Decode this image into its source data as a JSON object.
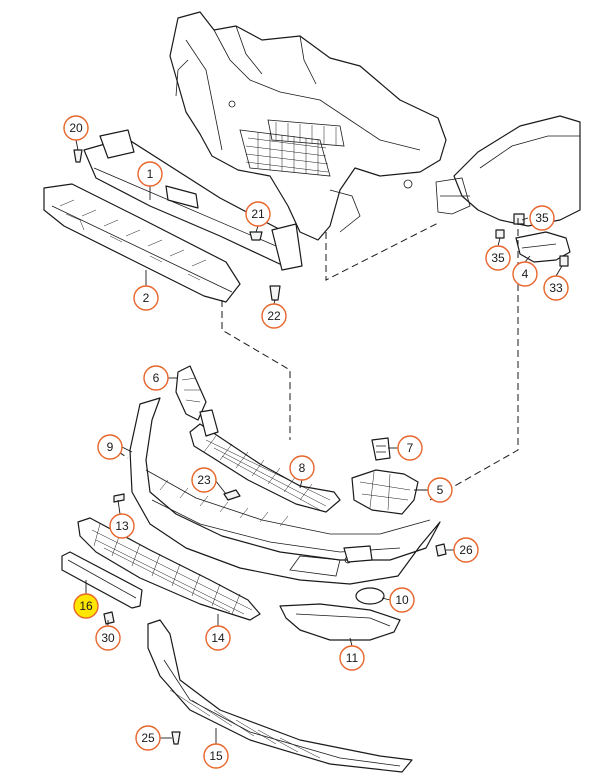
{
  "diagram": {
    "accent_color": "#e8662c",
    "highlight_color": "#ffe600",
    "callouts": [
      {
        "id": "p20",
        "label": "20"
      },
      {
        "id": "p1",
        "label": "1"
      },
      {
        "id": "p2",
        "label": "2"
      },
      {
        "id": "p21",
        "label": "21"
      },
      {
        "id": "p22",
        "label": "22"
      },
      {
        "id": "p35a",
        "label": "35"
      },
      {
        "id": "p35b",
        "label": "35"
      },
      {
        "id": "p4",
        "label": "4"
      },
      {
        "id": "p33",
        "label": "33"
      },
      {
        "id": "p6",
        "label": "6"
      },
      {
        "id": "p9",
        "label": "9"
      },
      {
        "id": "p7",
        "label": "7"
      },
      {
        "id": "p23",
        "label": "23"
      },
      {
        "id": "p8",
        "label": "8"
      },
      {
        "id": "p5",
        "label": "5"
      },
      {
        "id": "p13",
        "label": "13"
      },
      {
        "id": "p26",
        "label": "26"
      },
      {
        "id": "p16",
        "label": "16",
        "highlighted": true
      },
      {
        "id": "p10",
        "label": "10"
      },
      {
        "id": "p30",
        "label": "30"
      },
      {
        "id": "p14",
        "label": "14"
      },
      {
        "id": "p11",
        "label": "11"
      },
      {
        "id": "p25",
        "label": "25"
      },
      {
        "id": "p15",
        "label": "15"
      }
    ]
  }
}
